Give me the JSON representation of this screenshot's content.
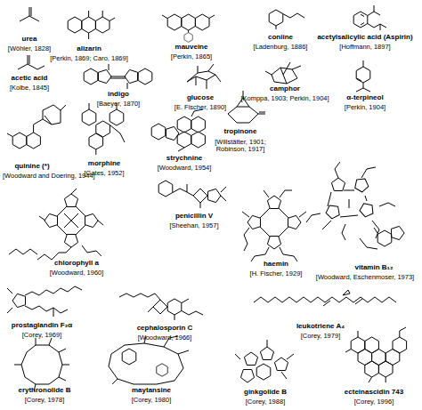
{
  "diagram": {
    "labels": [
      "urea",
      "[Wöhler, 1828]",
      "acetic acid",
      "[Kolbe, 1845]",
      "alizarin",
      "[Perkin, 1869; Caro, 1869]",
      "mauveine",
      "[Perkin, 1865]",
      "coniine",
      "[Ladenburg, 1886]",
      "acetylsalicylic acid (Aspirin)",
      "[Hoffmann, 1897]",
      "indigo",
      "[Baeyer, 1870]",
      "glucose",
      "[E. Fischer, 1890]",
      "camphor",
      "[Komppa, 1903; Perkin, 1904]",
      "α-terpineol",
      "[Perkin, 1904]",
      "quinine (*)",
      "[Woodward and Doering, 1944]",
      "morphine",
      "[Gates, 1952]",
      "strychnine",
      "[Woodward, 1954]",
      "tropinone",
      "[Willstätter, 1901; Robinson, 1917]",
      "chlorophyll a",
      "[Woodward, 1960]",
      "penicillin V",
      "[Sheehan, 1957]",
      "haemin",
      "[H. Fischer, 1929]",
      "vitamin B₁₂",
      "[Woodward, Eschenmoser, 1973]",
      "prostaglandin F₂α",
      "[Corey, 1969]",
      "cephalosporin C",
      "[Woodward, 1966]",
      "leukotriene A₄",
      "[Corey, 1979]",
      "erythronolide B",
      "[Corey, 1978]",
      "maytansine",
      "[Corey, 1980]",
      "ginkgolide B",
      "[Corey, 1988]",
      "ecteinascidin 743",
      "[Corey, 1996]"
    ]
  }
}
